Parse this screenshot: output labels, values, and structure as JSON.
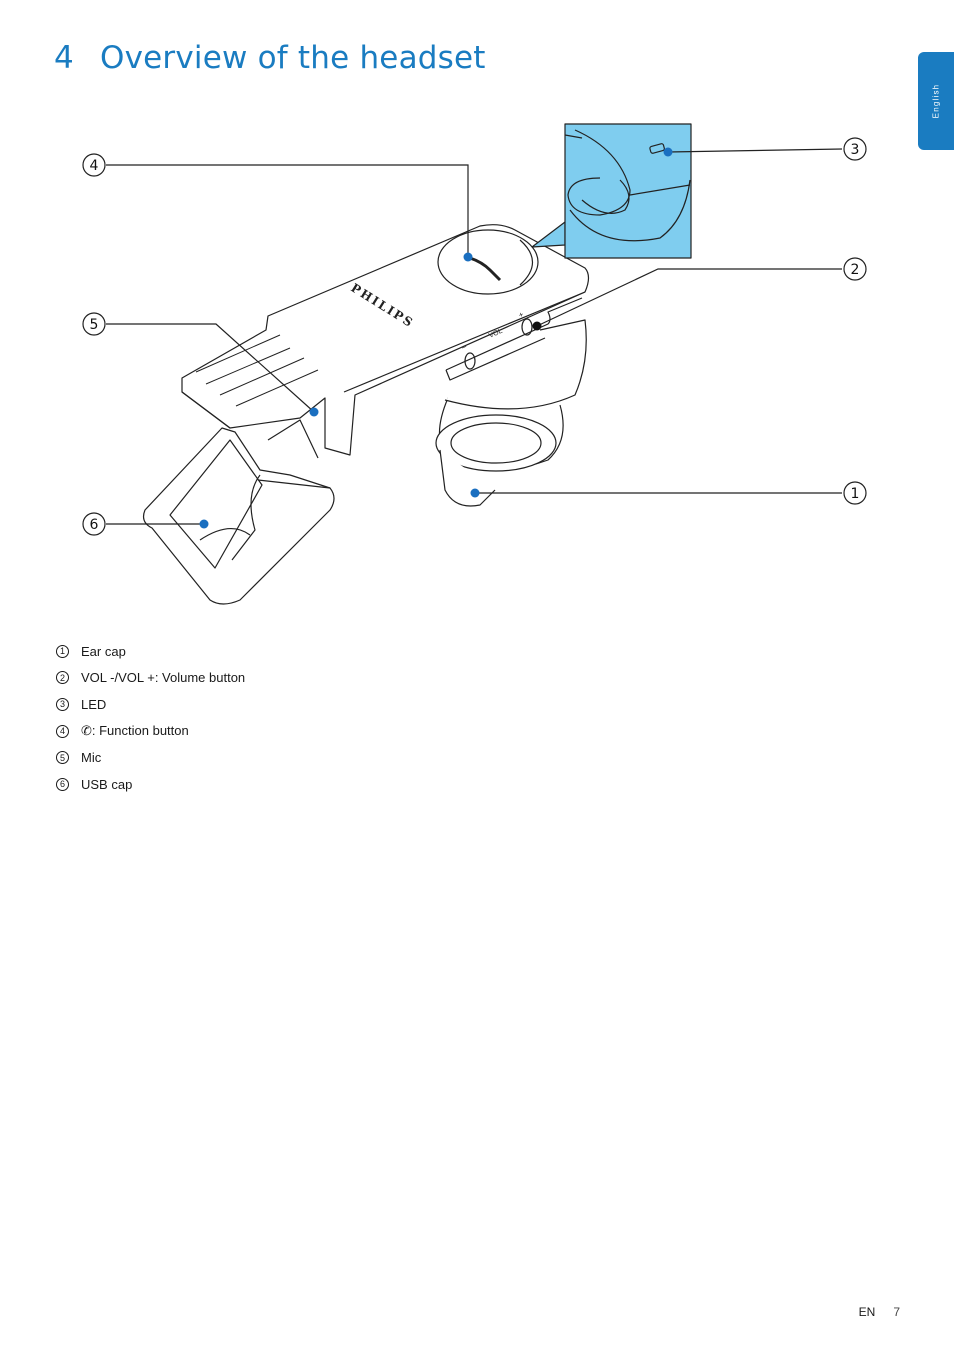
{
  "header": {
    "chapter_number": "4",
    "title": "Overview of the headset"
  },
  "side_tab": {
    "language": "English"
  },
  "diagram": {
    "brand": "PHILIPS",
    "vol_label": "VOL",
    "vol_minus": "–",
    "vol_plus": "+",
    "callouts": [
      "1",
      "2",
      "3",
      "4",
      "5",
      "6"
    ]
  },
  "legend": [
    {
      "num": "1",
      "label": "Ear cap"
    },
    {
      "num": "2",
      "label": "VOL -/VOL +: Volume button"
    },
    {
      "num": "3",
      "label": "LED"
    },
    {
      "num": "4",
      "label": "✆: Function button"
    },
    {
      "num": "5",
      "label": "Mic"
    },
    {
      "num": "6",
      "label": "USB cap"
    }
  ],
  "footer": {
    "lang_code": "EN",
    "page_number": "7"
  },
  "colors": {
    "accent": "#1a7cc1",
    "inset_fill": "#7fcdef",
    "dot": "#1a6fc0"
  }
}
